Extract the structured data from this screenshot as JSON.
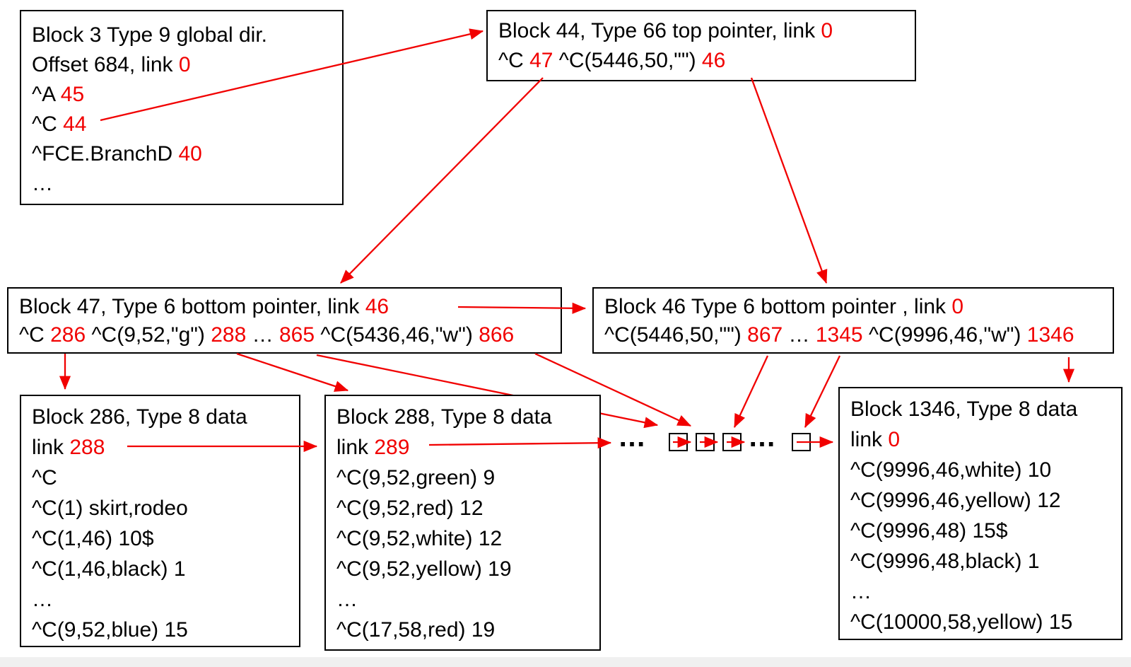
{
  "palette": {
    "red": "#f10000",
    "ink": "#000000",
    "paper": "#ffffff",
    "footer": "#f0f0f0"
  },
  "blocks": {
    "b3": {
      "lines": [
        [
          {
            "t": "Block 3 Type 9 global dir."
          }
        ],
        [
          {
            "t": "Offset 684, link "
          },
          {
            "t": "0",
            "red": true
          }
        ],
        [
          {
            "t": "^A "
          },
          {
            "t": "45",
            "red": true
          }
        ],
        [
          {
            "t": "^C "
          },
          {
            "t": "44",
            "red": true
          }
        ],
        [
          {
            "t": "^FCE.BranchD "
          },
          {
            "t": "40",
            "red": true
          }
        ],
        [
          {
            "t": "…"
          }
        ]
      ]
    },
    "b44": {
      "lines": [
        [
          {
            "t": "Block 44, Type 66 top pointer, link "
          },
          {
            "t": "0",
            "red": true
          }
        ],
        [
          {
            "t": "^C "
          },
          {
            "t": "47",
            "red": true
          },
          {
            "t": " ^C(5446,50,\"\") "
          },
          {
            "t": "46",
            "red": true
          }
        ]
      ]
    },
    "b47": {
      "lines": [
        [
          {
            "t": "Block 47, Type 6 bottom pointer, link "
          },
          {
            "t": "46",
            "red": true
          }
        ],
        [
          {
            "t": "^C "
          },
          {
            "t": "286",
            "red": true
          },
          {
            "t": " ^C(9,52,\"g\") "
          },
          {
            "t": "288",
            "red": true
          },
          {
            "t": " … "
          },
          {
            "t": "865",
            "red": true
          },
          {
            "t": " ^C(5436,46,\"w\") "
          },
          {
            "t": "866",
            "red": true
          }
        ]
      ]
    },
    "b46": {
      "lines": [
        [
          {
            "t": "Block 46 Type 6 bottom pointer , link "
          },
          {
            "t": "0",
            "red": true
          }
        ],
        [
          {
            "t": "^C(5446,50,\"\") "
          },
          {
            "t": "867",
            "red": true
          },
          {
            "t": " … "
          },
          {
            "t": "1345",
            "red": true
          },
          {
            "t": " ^C(9996,46,\"w\") "
          },
          {
            "t": "1346",
            "red": true
          }
        ]
      ]
    },
    "b286": {
      "lines": [
        [
          {
            "t": "Block 286, Type 8 data"
          }
        ],
        [
          {
            "t": "link "
          },
          {
            "t": "288",
            "red": true
          }
        ],
        [
          {
            "t": "^C"
          }
        ],
        [
          {
            "t": "^C(1) skirt,rodeo"
          }
        ],
        [
          {
            "t": "^C(1,46) 10$"
          }
        ],
        [
          {
            "t": "^C(1,46,black) 1"
          }
        ],
        [
          {
            "t": "…"
          }
        ],
        [
          {
            "t": "^C(9,52,blue) 15"
          }
        ]
      ]
    },
    "b288": {
      "lines": [
        [
          {
            "t": "Block 288, Type 8 data"
          }
        ],
        [
          {
            "t": "link "
          },
          {
            "t": "289",
            "red": true
          }
        ],
        [
          {
            "t": "^C(9,52,green) 9"
          }
        ],
        [
          {
            "t": "^C(9,52,red) 12"
          }
        ],
        [
          {
            "t": "^C(9,52,white) 12"
          }
        ],
        [
          {
            "t": "^C(9,52,yellow) 19"
          }
        ],
        [
          {
            "t": "…"
          }
        ],
        [
          {
            "t": "^C(17,58,red) 19"
          }
        ]
      ]
    },
    "b1346": {
      "lines": [
        [
          {
            "t": "Block 1346, Type 8 data"
          }
        ],
        [
          {
            "t": "link "
          },
          {
            "t": "0",
            "red": true
          }
        ],
        [
          {
            "t": "^C(9996,46,white) 10"
          }
        ],
        [
          {
            "t": "^C(9996,46,yellow) 12"
          }
        ],
        [
          {
            "t": "^C(9996,48) 15$"
          }
        ],
        [
          {
            "t": "^C(9996,48,black) 1"
          }
        ],
        [
          {
            "t": "…"
          }
        ],
        [
          {
            "t": "^C(10000,58,yellow) 15"
          }
        ]
      ]
    }
  },
  "chain": {
    "leading_ellipsis": "…",
    "middle_ellipsis": "…"
  }
}
